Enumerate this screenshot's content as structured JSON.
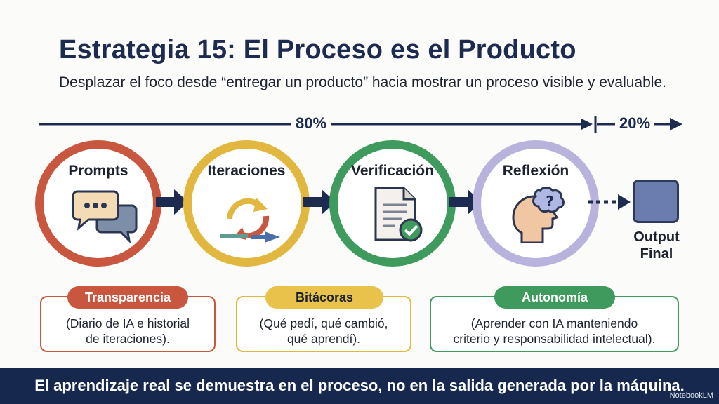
{
  "title": "Estrategia 15: El Proceso es el Producto",
  "subtitle": "Desplazar el foco desde “entregar un producto” hacia mostrar un proceso visible y evaluable.",
  "timeline": {
    "left_label": "80%",
    "right_label": "20%"
  },
  "stages": [
    {
      "label": "Prompts",
      "color": "#c9573f",
      "icon": "chat-bubbles-icon"
    },
    {
      "label": "Iteraciones",
      "color": "#e2b73f",
      "icon": "cycle-arrows-icon"
    },
    {
      "label": "Verificación",
      "color": "#3f9a5d",
      "icon": "document-check-icon"
    },
    {
      "label": "Reflexión",
      "color": "#b8b3dc",
      "icon": "head-question-icon"
    }
  ],
  "output": {
    "line1": "Output",
    "line2": "Final",
    "color": "#6a7dae"
  },
  "cards": [
    {
      "tag": "Transparencia",
      "line1": "(Diario de IA e historial",
      "line2": "de iteraciones).",
      "color": "#c9573f"
    },
    {
      "tag": "Bitácoras",
      "line1": "(Qué pedí, qué cambió,",
      "line2": "qué aprendí).",
      "color": "#e2b73f"
    },
    {
      "tag": "Autonomía",
      "line1": "(Aprender con IA manteniendo",
      "line2": "criterio y responsabilidad intelectual).",
      "color": "#3f9a5d"
    }
  ],
  "footer": "El aprendizaje real se demuestra en el proceso, no en la salida generada por la máquina.",
  "watermark": "NotebookLM"
}
